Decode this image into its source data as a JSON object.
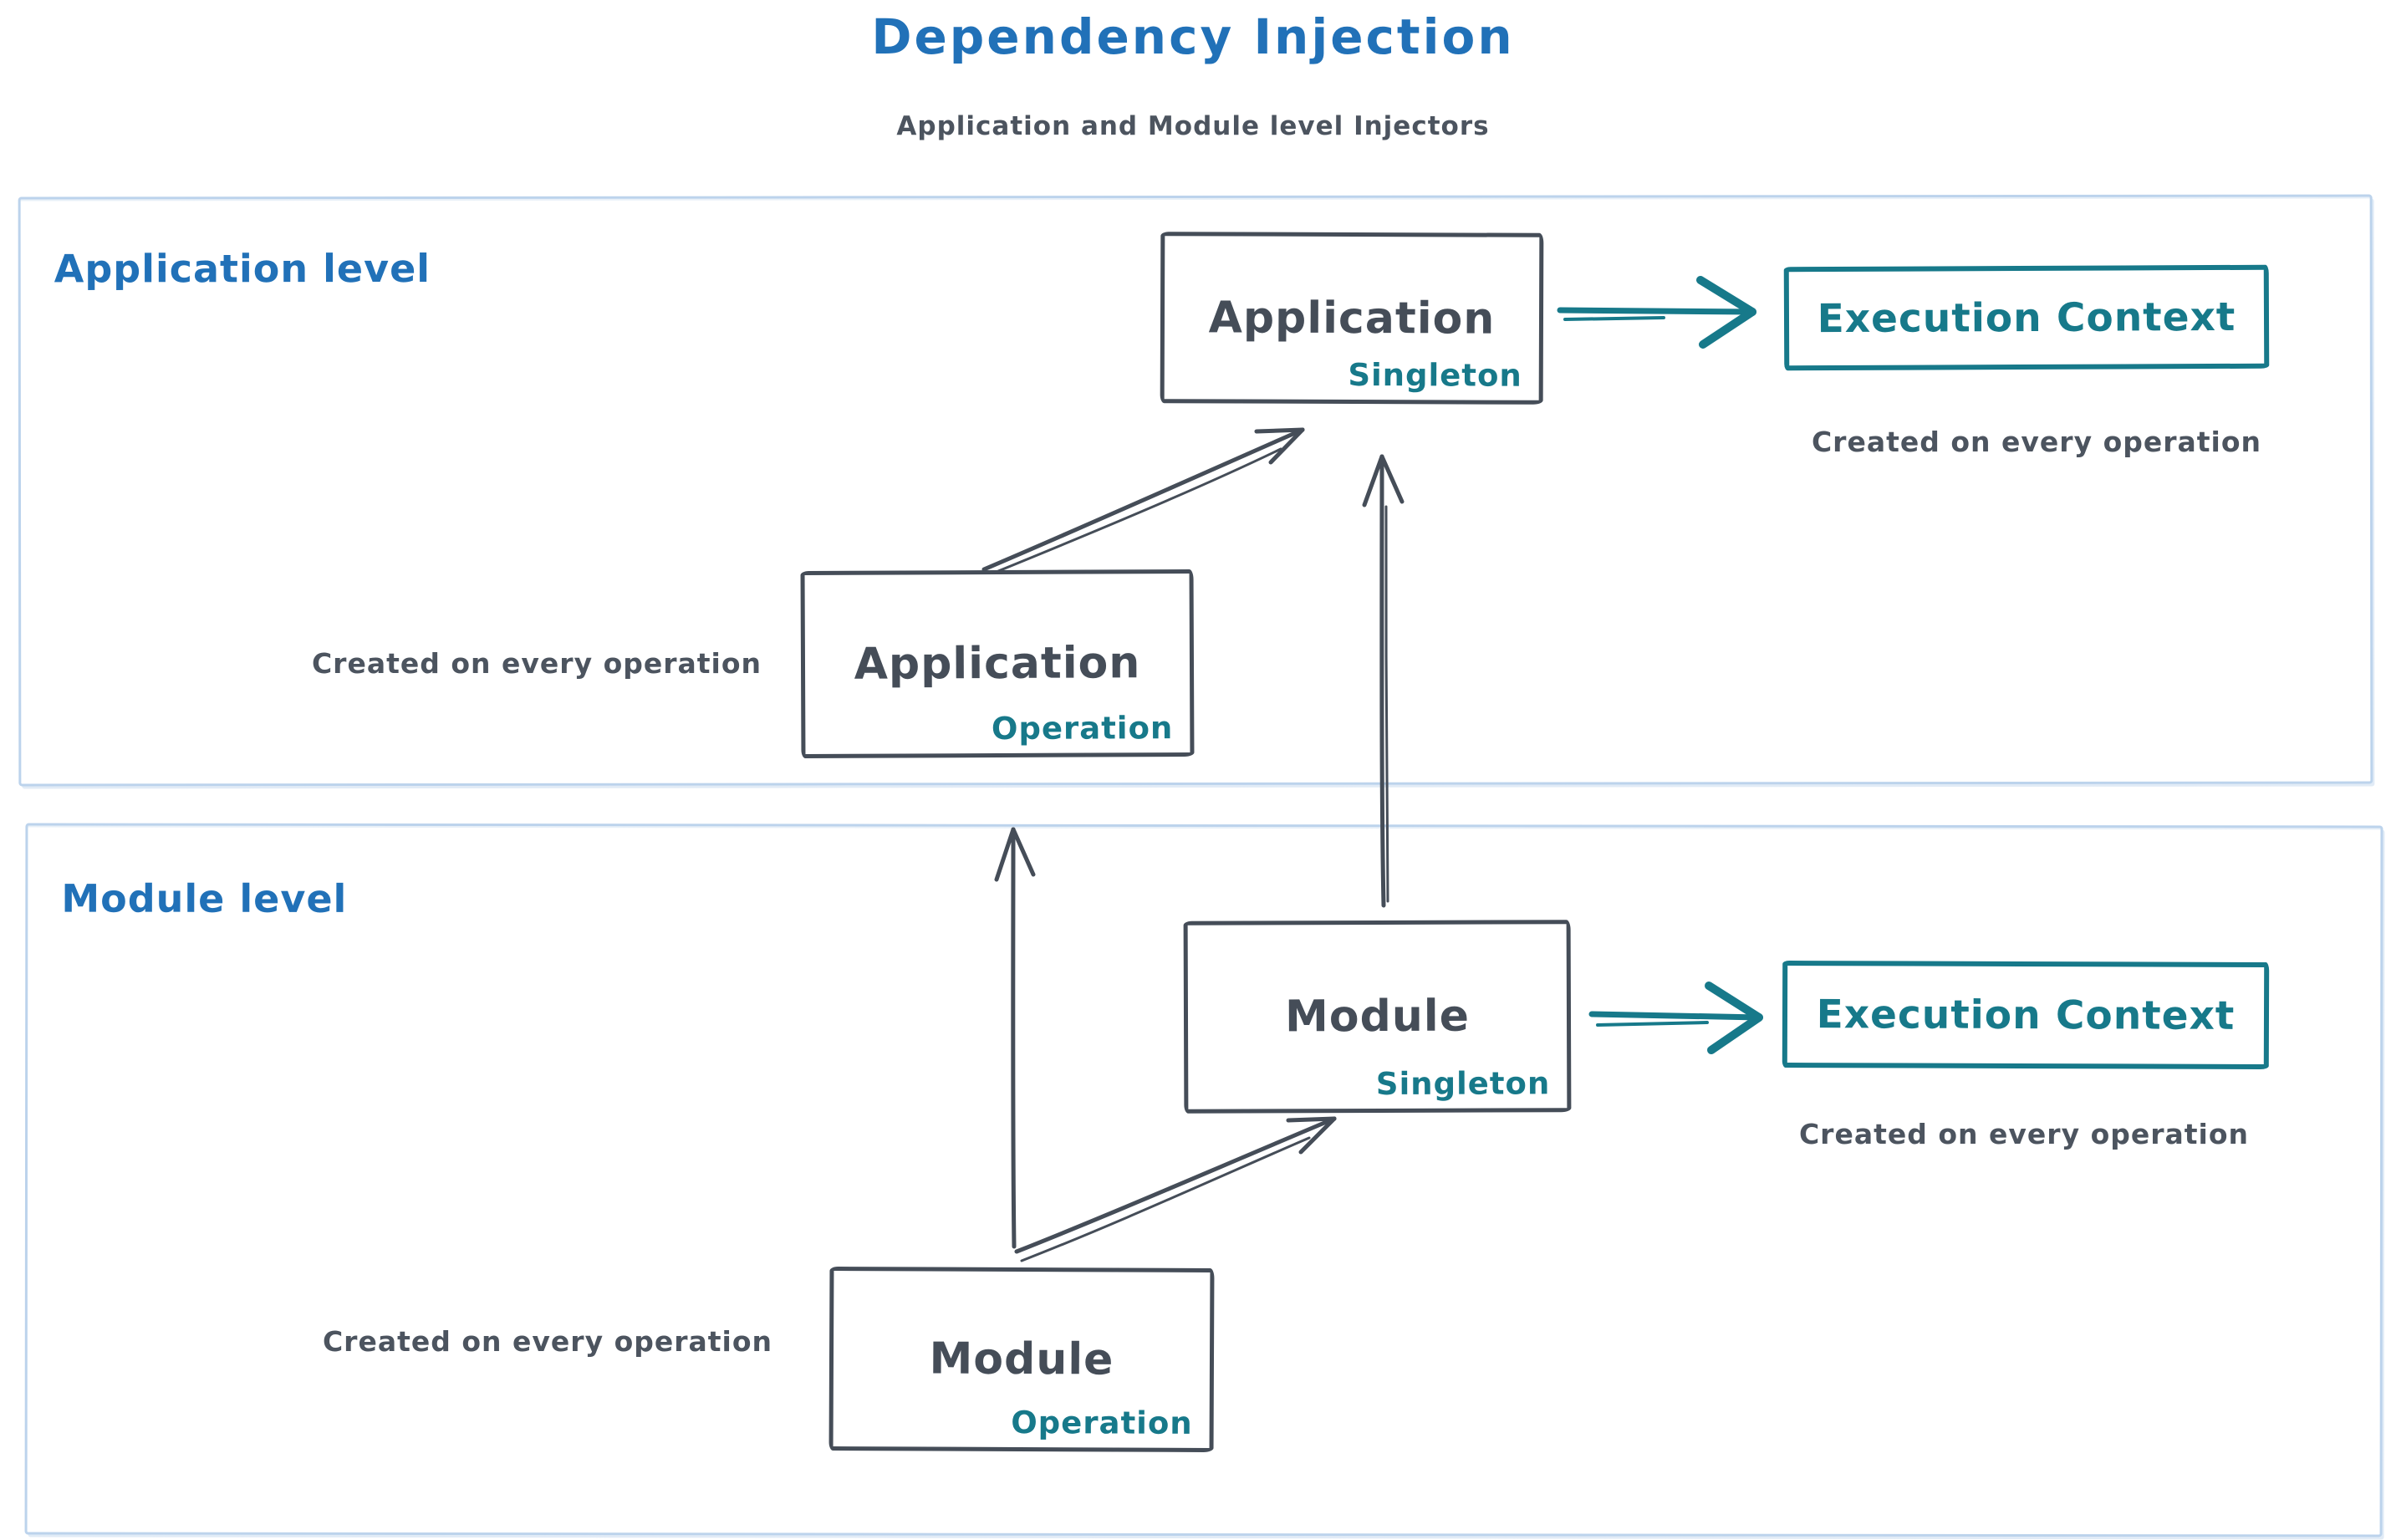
{
  "title": "Dependency Injection",
  "subtitle": "Application and Module level Injectors",
  "colors": {
    "title_blue": "#2171b8",
    "teal": "#17798a",
    "dark_slate": "#454d58",
    "container_border_blue": "#bcd3ec",
    "annotation_gray": "#4c545f"
  },
  "sections": {
    "application": {
      "label": "Application level"
    },
    "module": {
      "label": "Module level"
    }
  },
  "nodes": {
    "app_singleton": {
      "title": "Application",
      "badge": "Singleton"
    },
    "app_operation": {
      "title": "Application",
      "badge": "Operation"
    },
    "module_singleton": {
      "title": "Module",
      "badge": "Singleton"
    },
    "module_operation": {
      "title": "Module",
      "badge": "Operation"
    },
    "exec_context_app": {
      "title": "Execution Context"
    },
    "exec_context_module": {
      "title": "Execution Context"
    }
  },
  "annotations": {
    "app_operation_note": "Created on every operation",
    "exec_app_note": "Created on every operation",
    "module_operation_note": "Created on every operation",
    "exec_module_note": "Created on every operation"
  },
  "edges": [
    {
      "from": "app_operation",
      "to": "app_singleton"
    },
    {
      "from": "module_singleton",
      "to": "app_singleton"
    },
    {
      "from": "module_operation",
      "to": "app_operation"
    },
    {
      "from": "module_operation",
      "to": "module_singleton"
    },
    {
      "from": "app_singleton",
      "to": "exec_context_app"
    },
    {
      "from": "module_singleton",
      "to": "exec_context_module"
    }
  ]
}
